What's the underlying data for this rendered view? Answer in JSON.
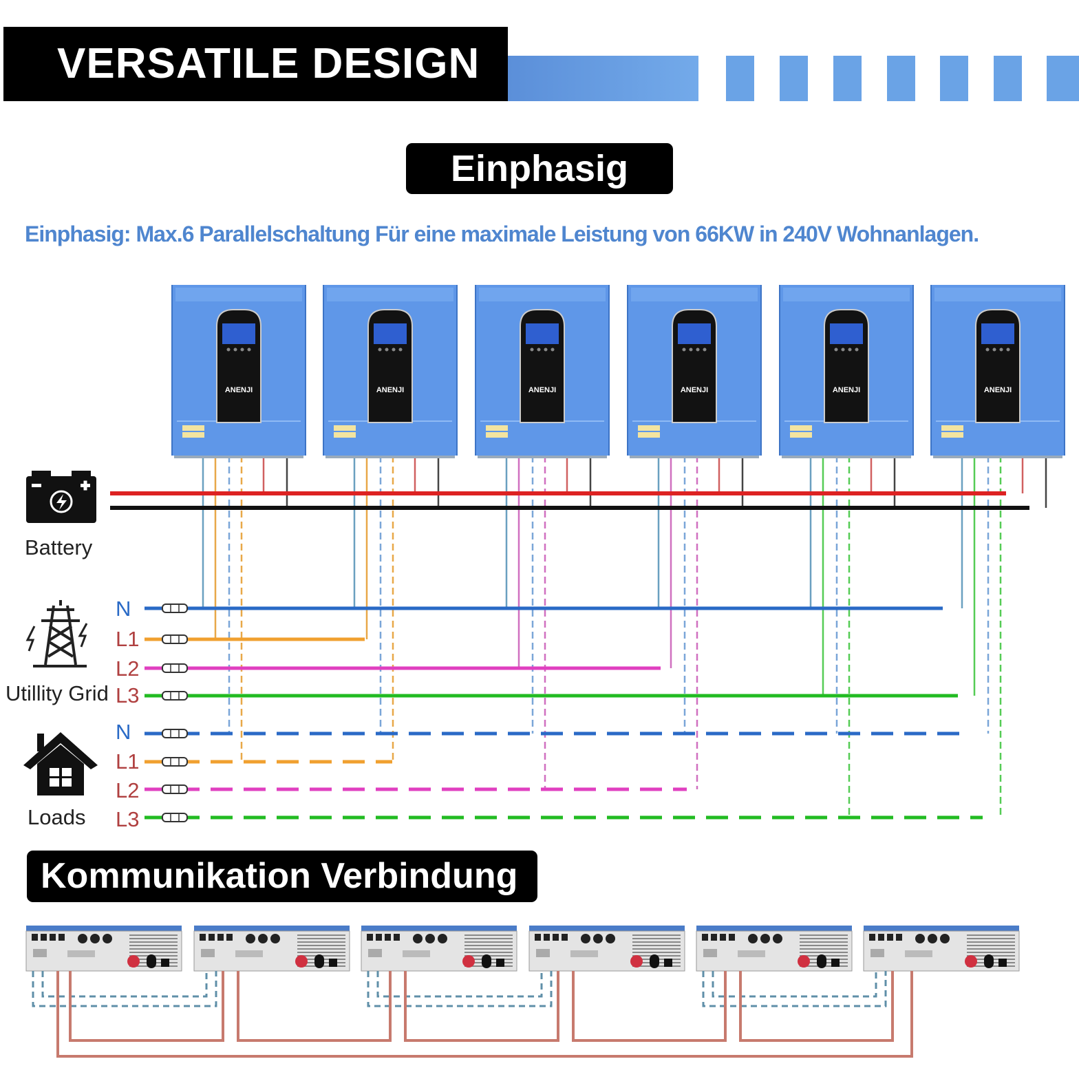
{
  "header": {
    "title": "VERSATILE DESIGN"
  },
  "section": {
    "title": "Einphasig",
    "subtitle": "Einphasig: Max.6 Parallelschaltung Für eine maximale Leistung von 66KW in 240V Wohnanlagen."
  },
  "inverters": {
    "count": 6,
    "brand": "ANENJI"
  },
  "labels": {
    "battery": "Battery",
    "grid": "Utillity Grid",
    "loads": "Loads",
    "phases": [
      "N",
      "L1",
      "L2",
      "L3"
    ]
  },
  "communication": {
    "title": "Kommunikation Verbindung"
  },
  "colors": {
    "n": "#2a6ac6",
    "l1": "#f0a030",
    "l2": "#e040c0",
    "l3": "#22bb22",
    "battery_pos": "#dd2222",
    "battery_neg": "#111111",
    "comm_cable": "#c77a6e",
    "comm_dash": "#5f8fa8",
    "inverter_body": "#5f97e8",
    "header_accent": "#6aa3e6",
    "subtitle": "#4f86cf"
  },
  "icons": [
    "battery-icon",
    "utility-tower-icon",
    "house-icon",
    "inverter-icon",
    "terminal-icon"
  ]
}
